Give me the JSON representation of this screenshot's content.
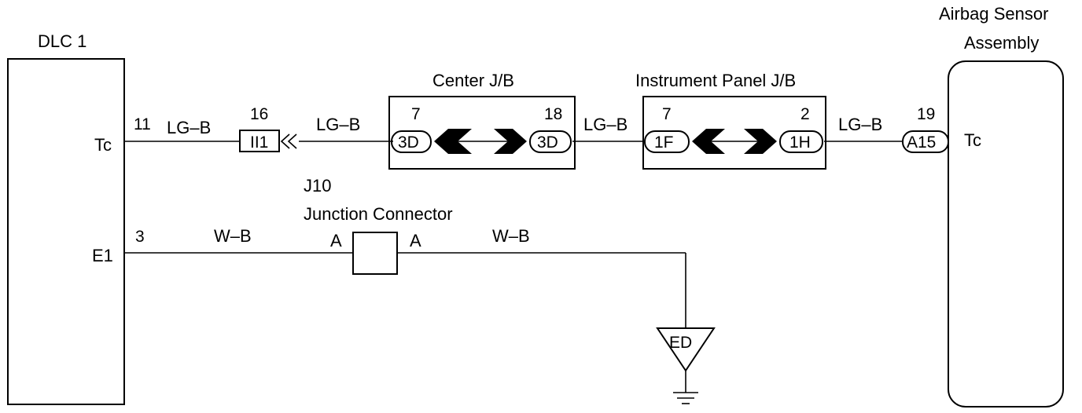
{
  "dlc": {
    "title": "DLC 1",
    "tc_label": "Tc",
    "e1_label": "E1"
  },
  "airbag": {
    "title_line1": "Airbag Sensor",
    "title_line2": "Assembly",
    "tc_label": "Tc"
  },
  "center_jb": {
    "title": "Center J/B",
    "pin_left": "7",
    "pin_right": "18",
    "conn_left": "3D",
    "conn_right": "3D"
  },
  "ip_jb": {
    "title": "Instrument Panel J/B",
    "pin_left": "7",
    "pin_right": "2",
    "conn_left": "1F",
    "conn_right": "1H"
  },
  "connector_ii1": {
    "pin": "16",
    "label": "II1"
  },
  "connector_a15": {
    "pin": "19",
    "label": "A15"
  },
  "junction": {
    "id": "J10",
    "name": "Junction Connector",
    "pin_left": "A",
    "pin_right": "A"
  },
  "ground": {
    "label": "ED"
  },
  "wires": {
    "tc_pin": "11",
    "e1_pin": "3",
    "lgb_1": "LG–B",
    "lgb_2": "LG–B",
    "lgb_3": "LG–B",
    "lgb_4": "LG–B",
    "wb_1": "W–B",
    "wb_2": "W–B"
  }
}
